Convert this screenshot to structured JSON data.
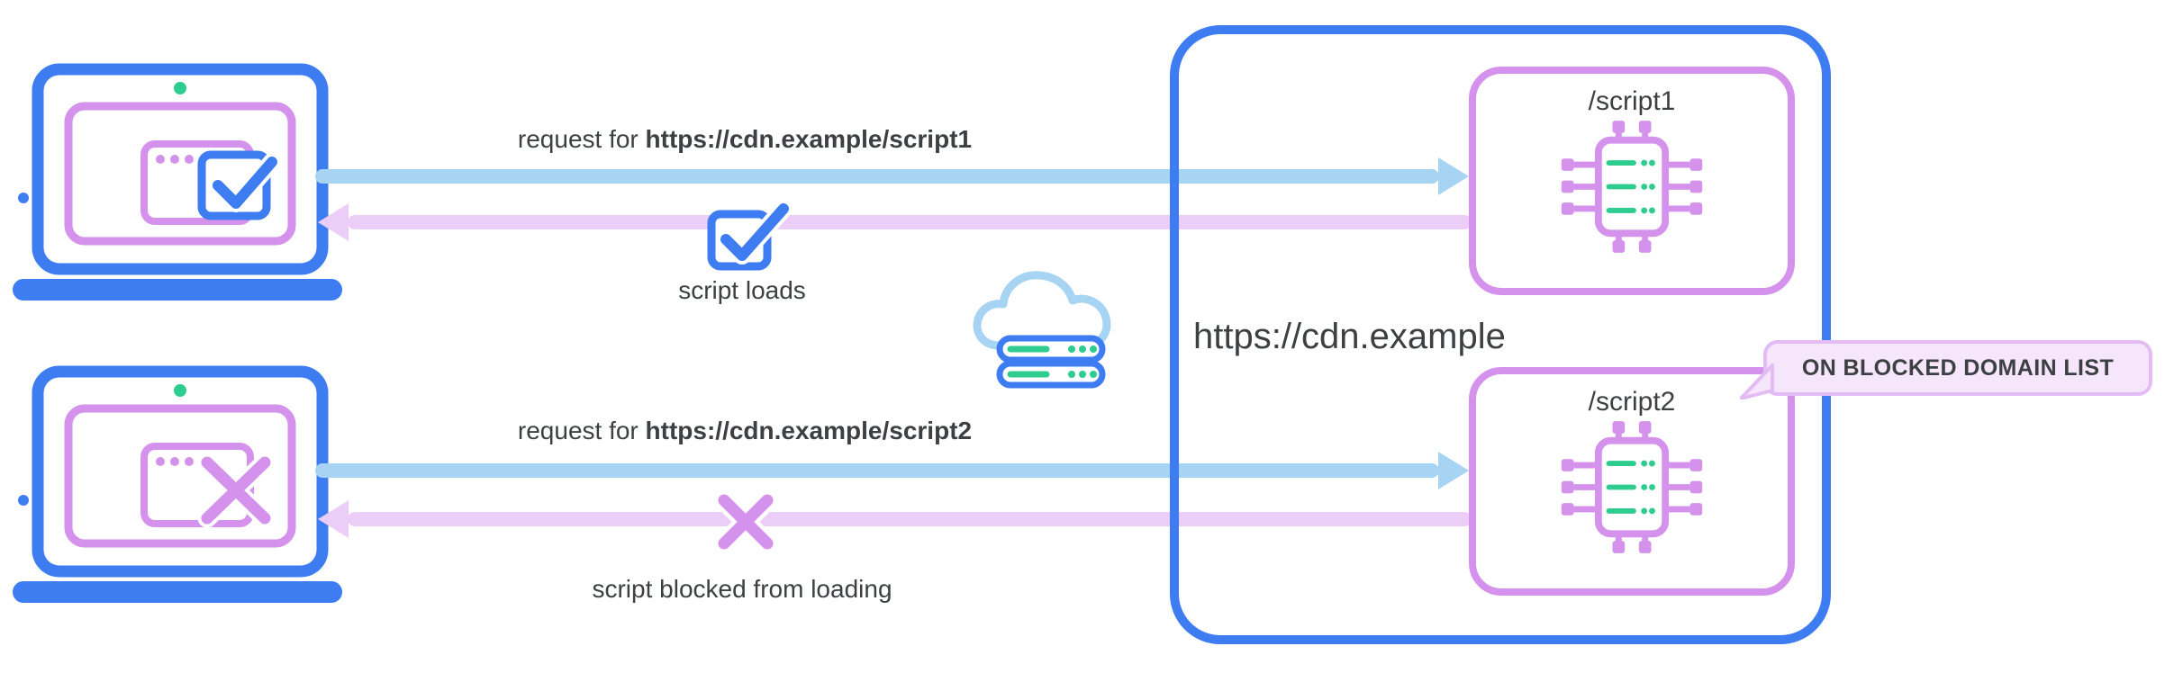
{
  "colors": {
    "blue": "#3E7CF2",
    "light_blue": "#A7D4F2",
    "purple": "#D592EC",
    "light_purple": "#EBCDF7",
    "bubble_fill": "#F5E6FB",
    "bubble_border": "#E4BCF5",
    "green": "#2ECC8E",
    "text": "#3C4043"
  },
  "flows": [
    {
      "request_prefix": "request for ",
      "request_url": "https://cdn.example/script1",
      "result_label": "script loads"
    },
    {
      "request_prefix": "request for ",
      "request_url": "https://cdn.example/script2",
      "result_label": "script blocked from loading"
    }
  ],
  "cdn": {
    "label": "https://cdn.example",
    "scripts": [
      {
        "label": "/script1"
      },
      {
        "label": "/script2"
      }
    ]
  },
  "callout": {
    "label": "ON BLOCKED DOMAIN LIST"
  }
}
